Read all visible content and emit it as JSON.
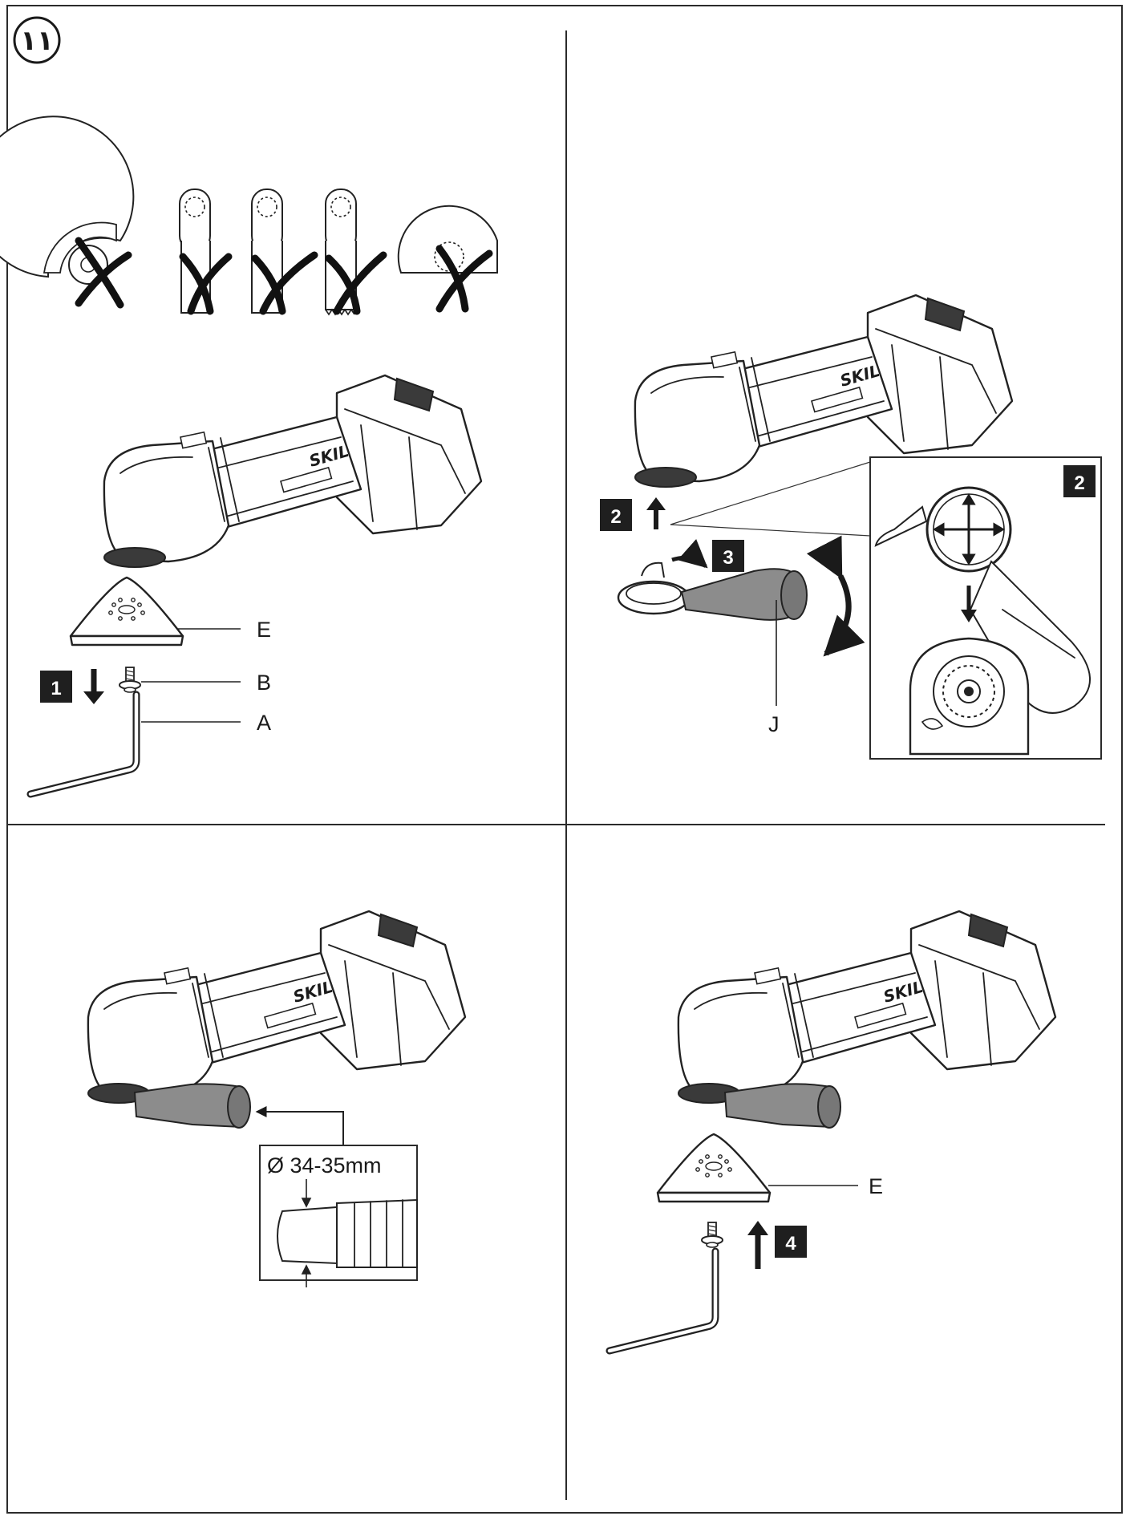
{
  "page": {
    "number": "١١"
  },
  "panel1": {
    "labels": {
      "pad": "E",
      "screw": "B",
      "key": "A"
    },
    "step": "1",
    "brand": "SKIL",
    "forbidden_accessories": [
      {
        "name": "segment-saw-blade"
      },
      {
        "name": "plunge-blade-1"
      },
      {
        "name": "plunge-blade-2"
      },
      {
        "name": "plunge-blade-3"
      },
      {
        "name": "half-round-blade"
      }
    ]
  },
  "panel2": {
    "labels": {
      "adapter": "J"
    },
    "steps": {
      "lift": "2",
      "rotate": "3",
      "detail": "2"
    },
    "brand": "SKIL"
  },
  "panel3": {
    "dimension": "Ø 34-35mm",
    "brand": "SKIL"
  },
  "panel4": {
    "labels": {
      "pad": "E"
    },
    "step": "4",
    "brand": "SKIL"
  },
  "colors": {
    "ink": "#1a1a1a",
    "step_badge": "#1f1f1f",
    "hose_grey": "#8c8c8c"
  },
  "icons": [
    "circle-page-number-icon",
    "cross-mark-icon",
    "arrow-down-icon",
    "arrow-up-icon",
    "curved-arrow-icon"
  ]
}
